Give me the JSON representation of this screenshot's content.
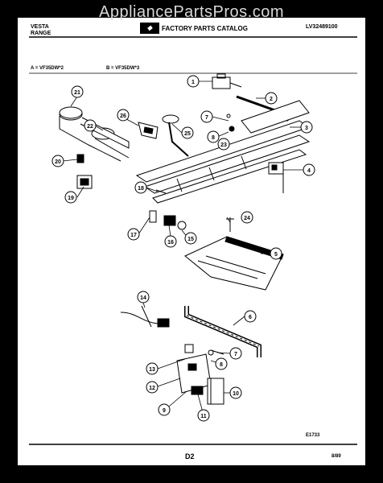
{
  "watermark": "AppliancePartsPros.com",
  "header": {
    "brand_line1": "VESTA",
    "brand_line2": "RANGE",
    "catalog_title": "FACTORY PARTS CATALOG",
    "model_code": "LV32489100",
    "variant_a": "A = VF35DW*2",
    "variant_b": "B = VF35DW*3"
  },
  "diagram_code": "E1733",
  "footer": {
    "page_label": "D2",
    "date": "8/89"
  },
  "callouts": [
    "1",
    "2",
    "3",
    "4",
    "5",
    "6",
    "7",
    "7",
    "8",
    "8",
    "9",
    "10",
    "11",
    "12",
    "13",
    "14",
    "15",
    "16",
    "17",
    "18",
    "19",
    "20",
    "21",
    "22",
    "23",
    "24",
    "25",
    "26"
  ],
  "colors": {
    "background": "#000000",
    "sheet": "#ffffff",
    "ink": "#000000",
    "watermark": "#d8d8d8"
  }
}
